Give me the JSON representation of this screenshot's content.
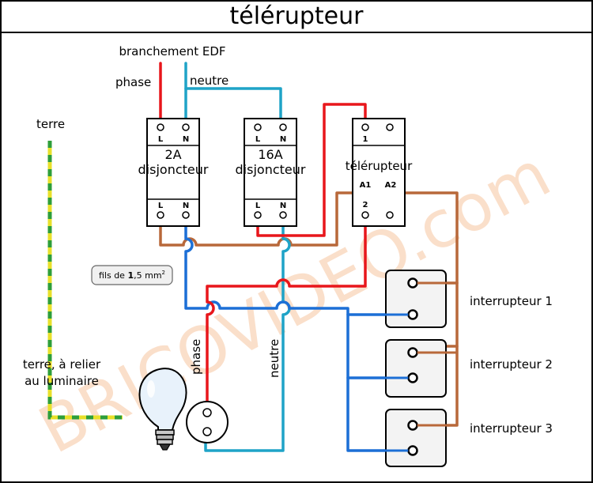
{
  "title": "télérupteur",
  "watermark": "BRICOVIDEO.com",
  "labels": {
    "branchement": "branchement EDF",
    "phase_top": "phase",
    "neutre_top": "neutre",
    "terre": "terre",
    "terre_relier_1": "terre, à relier",
    "terre_relier_2": "au luminaire",
    "phase_vertical": "phase",
    "neutre_vertical": "neutre",
    "fils_prefix": "fils de ",
    "fils_value": "1",
    "fils_suffix": ",5 mm",
    "fils_exp": "2"
  },
  "modules": {
    "breaker_2a": {
      "rating": "2A",
      "name": "disjoncteur",
      "term_l": "L",
      "term_n": "N"
    },
    "breaker_16a": {
      "rating": "16A",
      "name": "disjoncteur",
      "term_l": "L",
      "term_n": "N"
    },
    "relay": {
      "name": "télérupteur",
      "term_1": "1",
      "term_2": "2",
      "term_a1": "A1",
      "term_a2": "A2"
    }
  },
  "switches": [
    "interrupteur 1",
    "interrupteur 2",
    "interrupteur 3"
  ],
  "colors": {
    "phase": "#e8161b",
    "neutre": "#1fa3c7",
    "return": "#1c6fd6",
    "command": "#b8683a",
    "earth_yellow": "#e8e02a",
    "earth_green": "#2e9e3a",
    "module_fill": "#ffffff",
    "switch_fill": "#f3f3f3"
  }
}
